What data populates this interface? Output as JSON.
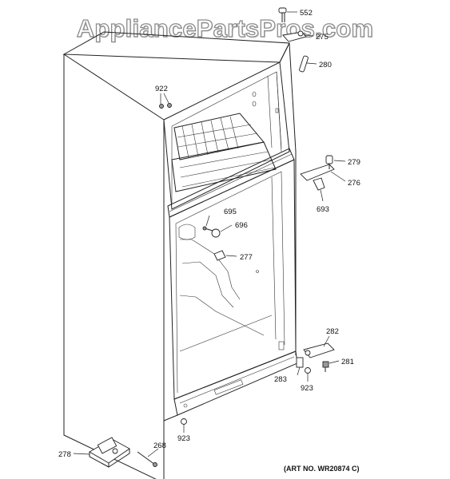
{
  "watermark": "AppliancePartsPros.com",
  "art_number": "(ART NO. WR20874 C)",
  "callouts": {
    "p552": "552",
    "p275": "275",
    "p280": "280",
    "p922": "922",
    "p279": "279",
    "p276": "276",
    "p693": "693",
    "p695": "695",
    "p696": "696",
    "p277": "277",
    "p282": "282",
    "p281": "281",
    "p283": "283",
    "p923a": "923",
    "p923b": "923",
    "p278": "278",
    "p268": "268"
  }
}
